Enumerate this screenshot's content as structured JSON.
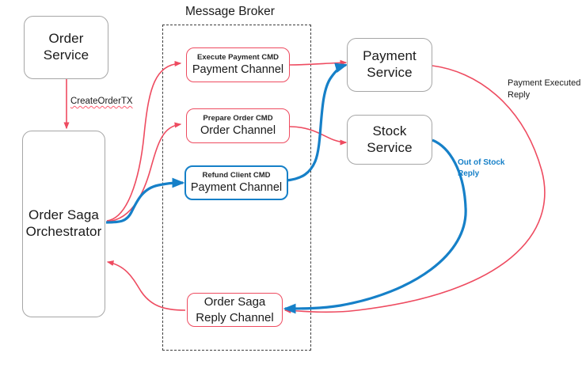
{
  "diagram": {
    "title_visible": false,
    "colors": {
      "red": "#ee4b60",
      "blue": "#1680c8",
      "gray_border": "#a6a6a6",
      "dashed_border": "#3d3d3d",
      "text": "#1a1a1a",
      "background": "#ffffff"
    }
  },
  "broker": {
    "title": "Message Broker"
  },
  "services": {
    "order_service": {
      "line1": "Order",
      "line2": "Service"
    },
    "orchestrator": {
      "line1": "Order Saga",
      "line2": "Orchestrator"
    },
    "payment_service": {
      "line1": "Payment",
      "line2": "Service"
    },
    "stock_service": {
      "line1": "Stock",
      "line2": "Service"
    }
  },
  "channels": [
    {
      "id": "execute-payment",
      "cmd": "Execute Payment CMD",
      "name": "Payment Channel",
      "color": "red"
    },
    {
      "id": "prepare-order",
      "cmd": "Prepare Order CMD",
      "name": "Order Channel",
      "color": "red"
    },
    {
      "id": "refund-client",
      "cmd": "Refund Client CMD",
      "name": "Payment Channel",
      "color": "blue"
    }
  ],
  "reply_channel": {
    "line1": "Order Saga",
    "line2": "Reply Channel"
  },
  "edge_labels": {
    "create_order": "CreateOrderTX",
    "payment_executed": "Payment Executed\nReply",
    "out_of_stock": "Out of Stock\nReply"
  }
}
